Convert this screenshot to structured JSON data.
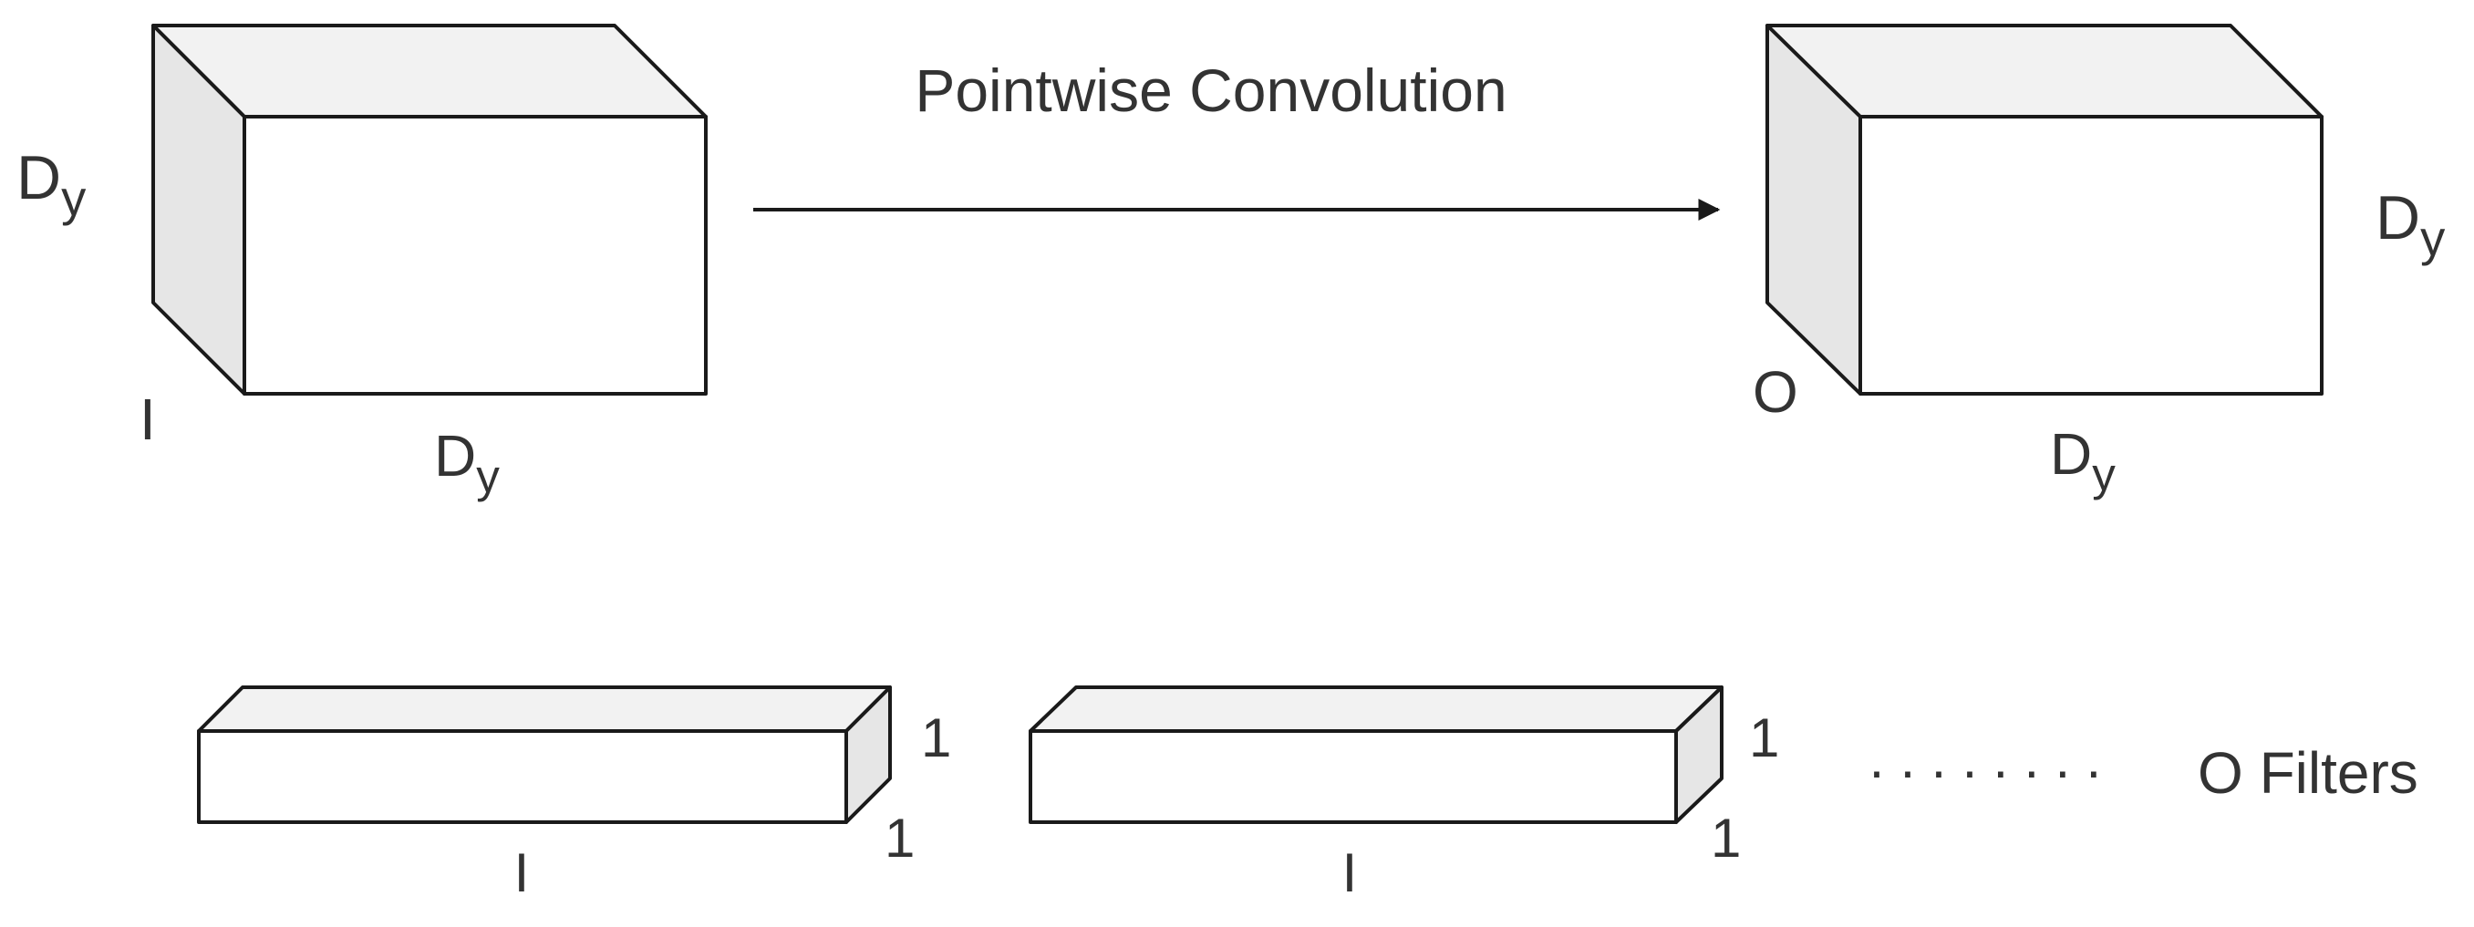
{
  "title": "Pointwise Convolution",
  "colors": {
    "outline": "#1a1a1a",
    "front_face": "#ffffff",
    "top_face": "#f2f2f2",
    "side_face": "#e6e6e6",
    "text": "#333333"
  },
  "input_volume": {
    "height_label_main": "D",
    "height_label_sub": "y",
    "width_label_main": "D",
    "width_label_sub": "y",
    "depth_label": "I"
  },
  "output_volume": {
    "height_label_main": "D",
    "height_label_sub": "y",
    "width_label_main": "D",
    "width_label_sub": "y",
    "depth_label": "O"
  },
  "filters": [
    {
      "length_label": "I",
      "height_label": "1",
      "depth_label": "1"
    },
    {
      "length_label": "I",
      "height_label": "1",
      "depth_label": "1"
    }
  ],
  "filters_ellipsis": "········",
  "filters_label": "O Filters"
}
